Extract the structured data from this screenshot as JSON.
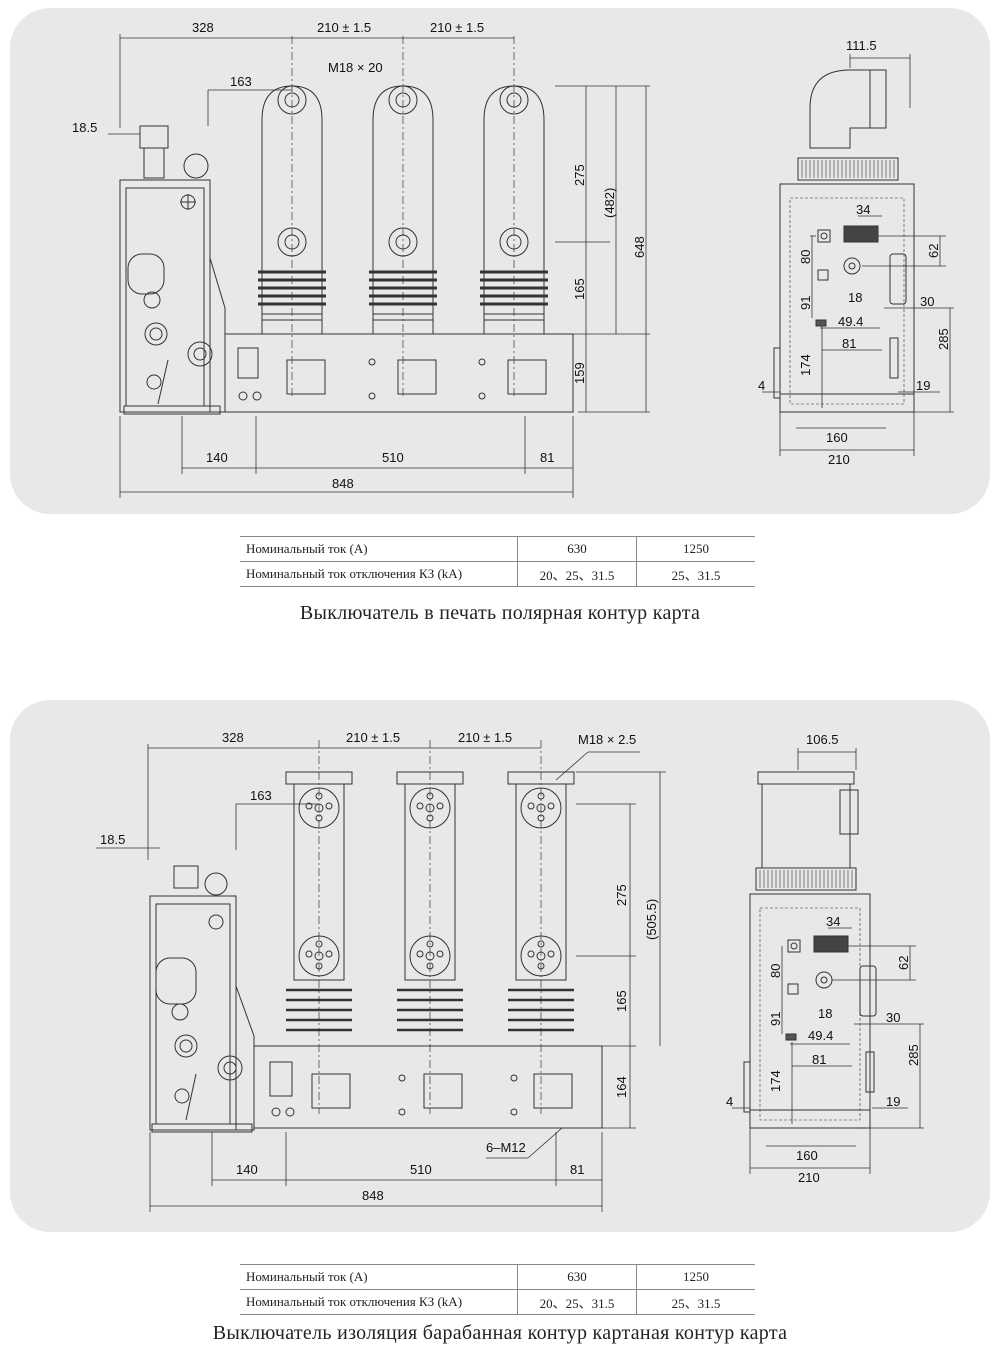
{
  "diagram1": {
    "dimensions": {
      "d328": "328",
      "d210a": "210 ± 1.5",
      "d210b": "210 ± 1.5",
      "m18": "M18 × 20",
      "d163": "163",
      "d18_5": "18.5",
      "d275": "275",
      "d482": "(482)",
      "d648": "648",
      "d165": "165",
      "d159": "159",
      "d140": "140",
      "d510": "510",
      "d81": "81",
      "d848": "848",
      "s111_5": "111.5",
      "s34": "34",
      "s62": "62",
      "s80": "80",
      "s18": "18",
      "s30": "30",
      "s91": "91",
      "s49_4": "49.4",
      "s81": "81",
      "s285": "285",
      "s174": "174",
      "s4": "4",
      "s19": "19",
      "s160": "160",
      "s210": "210"
    }
  },
  "table1": {
    "row1": {
      "label": "Номинальный ток (A)",
      "v1": "630",
      "v2": "1250"
    },
    "row2": {
      "label": "Номинальный ток отключения КЗ (kA)",
      "v1": "20、25、31.5",
      "v2": "25、31.5"
    }
  },
  "caption1": "Выключатель в печать полярная контур карта",
  "diagram2": {
    "dimensions": {
      "d328": "328",
      "d210a": "210 ± 1.5",
      "d210b": "210 ± 1.5",
      "m18": "M18 × 2.5",
      "d163": "163",
      "d18_5": "18.5",
      "d275": "275",
      "d505": "(505.5)",
      "d165": "165",
      "d164": "164",
      "m12": "6–M12",
      "d140": "140",
      "d510": "510",
      "d81": "81",
      "d848": "848",
      "s106_5": "106.5",
      "s34": "34",
      "s62": "62",
      "s80": "80",
      "s18": "18",
      "s30": "30",
      "s91": "91",
      "s49_4": "49.4",
      "s81": "81",
      "s285": "285",
      "s174": "174",
      "s4": "4",
      "s19": "19",
      "s160": "160",
      "s210": "210"
    }
  },
  "table2": {
    "row1": {
      "label": "Номинальный ток (A)",
      "v1": "630",
      "v2": "1250"
    },
    "row2": {
      "label": "Номинальный ток отключения КЗ (kA)",
      "v1": "20、25、31.5",
      "v2": "25、31.5"
    }
  },
  "caption2": "Выключатель изоляция барабанная контур картаная контур карта"
}
